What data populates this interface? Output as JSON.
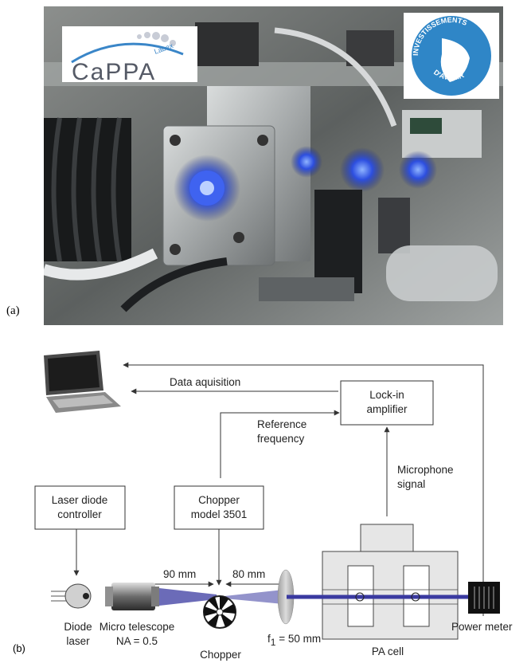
{
  "panels": {
    "a": "(a)",
    "b": "(b)"
  },
  "photo": {
    "logo_left": {
      "labex": "Labex",
      "name": "CaPPA"
    },
    "logo_right": {
      "line1": "INVESTISSEMENTS",
      "line2": "D'AVENIR"
    }
  },
  "diagram": {
    "labels": {
      "data_acquisition": "Data aquisition",
      "lockin_line1": "Lock-in",
      "lockin_line2": "amplifier",
      "ref_line1": "Reference",
      "ref_line2": "frequency",
      "mic_line1": "Microphone",
      "mic_line2": "signal",
      "ldc_line1": "Laser diode",
      "ldc_line2": "controller",
      "chopper_box_line1": "Chopper",
      "chopper_box_line2": "model 3501",
      "dist_90": "90 mm",
      "dist_80": "80 mm",
      "diode_line1": "Diode",
      "diode_line2": "laser",
      "telescope_line1": "Micro telescope",
      "telescope_line2": "NA = 0.5",
      "chopper": "Chopper",
      "focal_f": "f",
      "focal_sub": "1",
      "focal_rest": " = 50 mm",
      "pa_cell": "PA cell",
      "power_meter": "Power meter"
    },
    "colors": {
      "beam": "#3a3aa0",
      "lines": "#333333",
      "lens": "#b8b8b8"
    }
  }
}
